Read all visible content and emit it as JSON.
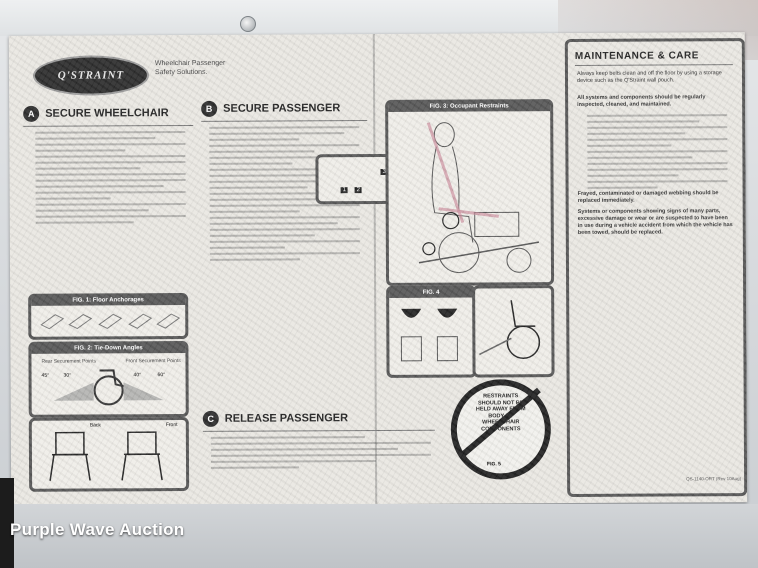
{
  "photo": {
    "watermark": "Purple Wave Auction"
  },
  "sticker": {
    "brand": "Q'STRAINT",
    "brand_tagline": "Wheelchair Passenger Safety Solutions.",
    "faint_title": "",
    "sections": [
      {
        "letter": "A",
        "title": "SECURE WHEELCHAIR"
      },
      {
        "letter": "B",
        "title": "SECURE PASSENGER"
      },
      {
        "letter": "C",
        "title": "RELEASE PASSENGER"
      }
    ],
    "figures": {
      "fig1": "FIG. 1: Floor Anchorages",
      "fig2": "FIG. 2: Tie-Down Angles",
      "fig2_left": "Rear Securement Points",
      "fig2_right": "Front Securement Points",
      "fig2_deg": [
        "45°",
        "30°",
        "40°",
        "60°"
      ],
      "fig3": "FIG. 3: Occupant Restraints",
      "fig4": "FIG. 4",
      "fig5": "FIG. 5",
      "fig_back": "Back",
      "fig_front": "Front"
    },
    "restraint_warning": "RESTRAINTS SHOULD NOT BE HELD AWAY FROM BODY BY WHEELCHAIR COMPONENTS",
    "maintenance": {
      "title": "MAINTENANCE & CARE",
      "p1": "Always keep belts clean and off the floor by using a storage device such as the Q'Straint wall pouch.",
      "p2": "All systems and components should be regularly inspected, cleaned, and maintained.",
      "p3": "Frayed, contaminated or damaged webbing should be replaced immediately.",
      "p4": "Systems or components showing signs of many parts, excessive damage or wear or are suspected to have been in use during a vehicle accident from which the vehicle has been towed, should be replaced.",
      "code": "QS-1140-ORT (Rev 10Aug)"
    },
    "step_numbers": [
      "1",
      "2",
      "3"
    ]
  }
}
